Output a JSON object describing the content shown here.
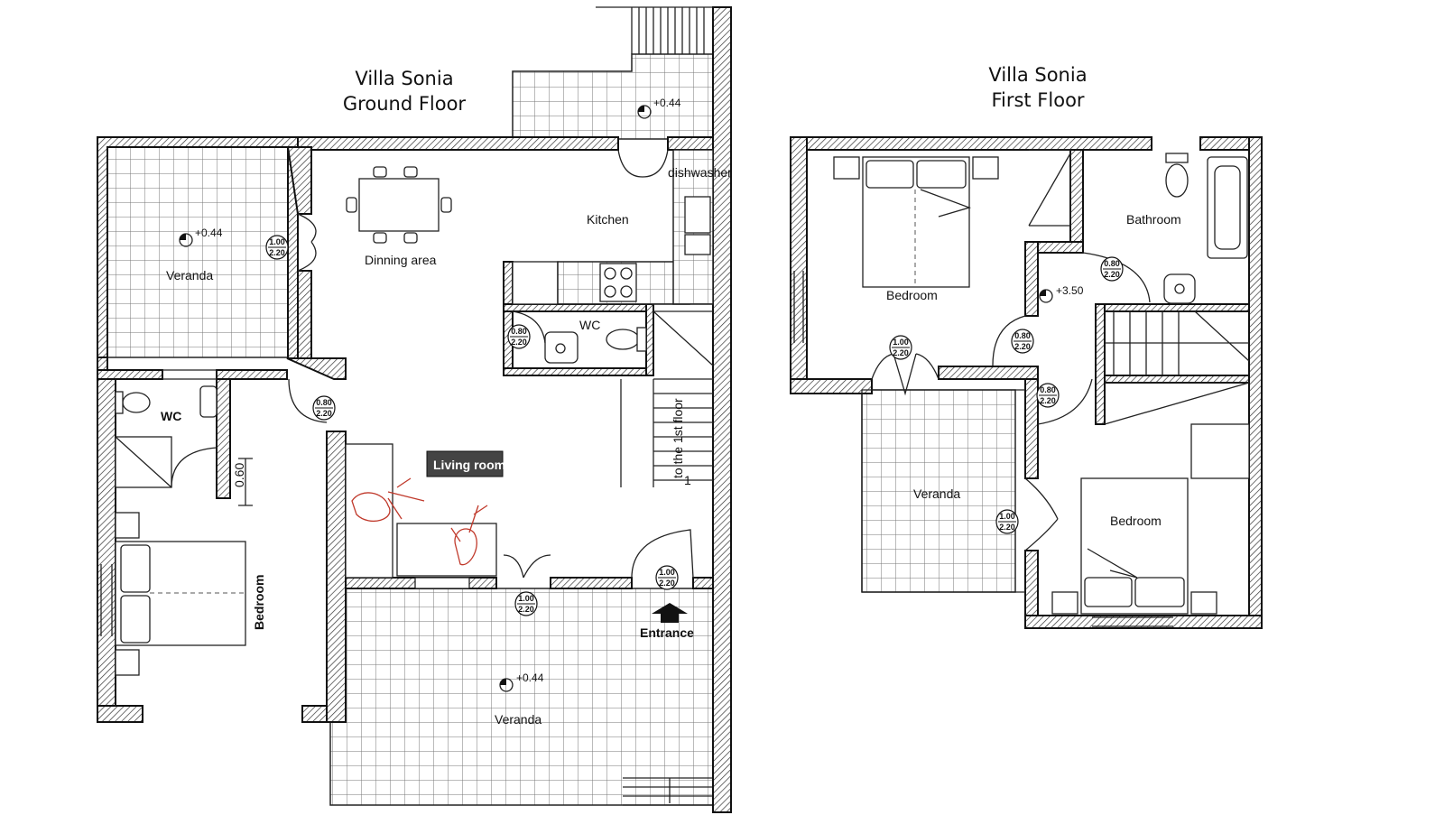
{
  "ground_floor": {
    "title_line1": "Villa Sonia",
    "title_line2": "Ground Floor",
    "rooms": {
      "veranda_west": "Veranda",
      "dining": "Dinning area",
      "kitchen": "Kitchen",
      "dishwasher": "dishwasher",
      "wc_kitchen": "WC",
      "wc_bedroom": "WC",
      "bedroom": "Bedroom",
      "living": "Living room",
      "veranda_front": "Veranda",
      "entrance": "Entrance",
      "stairs": "to the 1st floor",
      "stair_step": "1"
    },
    "elevations": [
      "+0.44",
      "+0.44",
      "+0.44"
    ],
    "dimension_060": "0.60",
    "door_tags": [
      {
        "top": "1.00",
        "bottom": "2.20"
      },
      {
        "top": "0.80",
        "bottom": "2.20"
      },
      {
        "top": "0.80",
        "bottom": "2.20"
      },
      {
        "top": "1.00",
        "bottom": "2.20"
      },
      {
        "top": "1.00",
        "bottom": "2.20"
      }
    ]
  },
  "first_floor": {
    "title_line1": "Villa Sonia",
    "title_line2": "First Floor",
    "rooms": {
      "bedroom_main": "Bedroom",
      "bathroom": "Bathroom",
      "veranda": "Veranda",
      "bedroom_second": "Bedroom"
    },
    "elevation": "+3.50",
    "door_tags": [
      {
        "top": "0.80",
        "bottom": "2.20"
      },
      {
        "top": "1.00",
        "bottom": "2.20"
      },
      {
        "top": "0.80",
        "bottom": "2.20"
      },
      {
        "top": "0.80",
        "bottom": "2.20"
      },
      {
        "top": "1.00",
        "bottom": "2.20"
      }
    ]
  },
  "colors": {
    "ink": "#111111",
    "figure_red": "#c0392b",
    "background": "#ffffff"
  }
}
